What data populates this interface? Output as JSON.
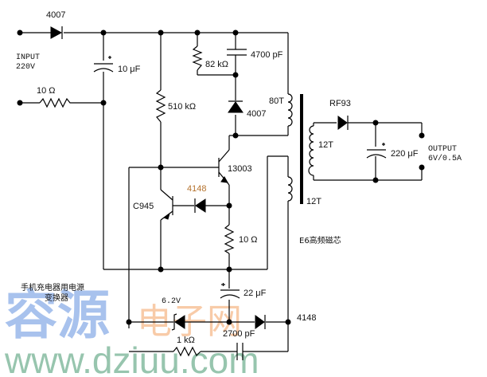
{
  "title": "手机充电器用电源变换器",
  "title_lines": [
    "手机充电器用电源",
    "变换器"
  ],
  "input": {
    "label": "INPUT",
    "voltage": "220V"
  },
  "output": {
    "label": "OUTPUT",
    "rating": "6V/0.5A"
  },
  "components": {
    "d_input": "4007",
    "r_input": "10 Ω",
    "c_input": "10 μF",
    "r_start": "510 kΩ",
    "r_snubber": "82 kΩ",
    "c_snubber": "4700 pF",
    "d_snubber": "4007",
    "winding_primary": "80T",
    "q_main": "13003",
    "q_ctrl": "C945",
    "d_ctrl": "4148",
    "r_emitter": "10 Ω",
    "winding_secondary": "12T",
    "winding_feedback": "12T",
    "d_output": "RF93",
    "c_output": "220 μF",
    "core": "E6高频磁芯",
    "zener": "6.2V",
    "c_feedback": "22 μF",
    "d_feedback": "4148",
    "c_feedback_small": "2700 pF",
    "r_feedback": "1 kΩ"
  },
  "watermark": {
    "big": "容源",
    "mid": "电子网",
    "url": "www.dziuu.com",
    "colors": {
      "blue": "#8fb0e6",
      "orange": "#f5b98a",
      "green": "#7fb89a"
    }
  }
}
